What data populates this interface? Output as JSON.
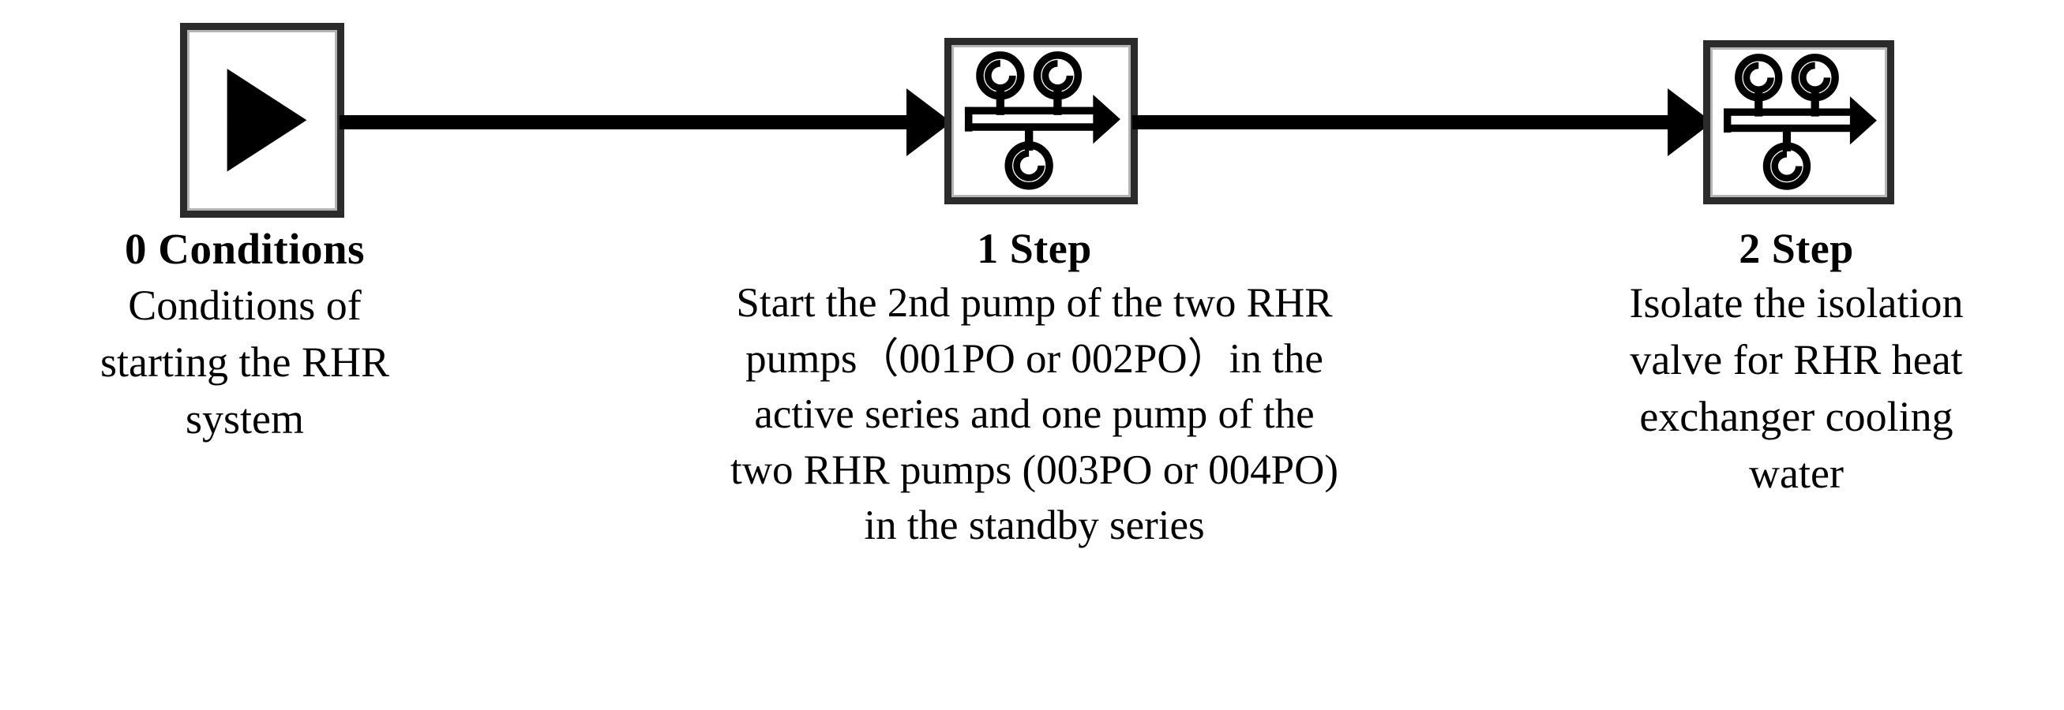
{
  "diagram": {
    "type": "linear-process-flow",
    "orientation": "left-to-right",
    "background_color": "#ffffff",
    "text_color": "#000000",
    "box_border_color": "#2b2b2b",
    "arrow_color": "#000000",
    "nodes": [
      {
        "index": 0,
        "icon": "play-triangle-icon",
        "icon_description": "solid right-pointing play triangle",
        "title": "0 Conditions",
        "description": "Conditions of starting the RHR system",
        "description_lines": [
          "Conditions of",
          "starting the RHR",
          "system"
        ]
      },
      {
        "index": 1,
        "icon": "process-schematic-icon",
        "icon_description": "piping schematic with three circular pump nodes on a bus with arrow",
        "title": "1 Step",
        "description": "Start the 2nd pump of the two RHR pumps（001PO or 002PO）in the active series and one pump of the two RHR pumps (003PO or 004PO) in the standby series",
        "description_lines": [
          "Start the 2nd pump of the two RHR",
          "pumps（001PO or 002PO）in the",
          "active series and one pump of the",
          "two RHR pumps (003PO or 004PO)",
          "in the standby series"
        ]
      },
      {
        "index": 2,
        "icon": "process-schematic-icon",
        "icon_description": "piping schematic with three circular pump nodes on a bus with arrow",
        "title": "2 Step",
        "description": "Isolate the isolation valve for RHR heat exchanger cooling water",
        "description_lines": [
          "Isolate the isolation",
          "valve for RHR heat",
          "exchanger cooling",
          "water"
        ]
      }
    ],
    "connectors": [
      {
        "index": 0,
        "from": "0 Conditions",
        "to": "1 Step",
        "icon": "right-arrow-icon"
      },
      {
        "index": 1,
        "from": "1 Step",
        "to": "2 Step",
        "icon": "right-arrow-icon"
      }
    ]
  }
}
